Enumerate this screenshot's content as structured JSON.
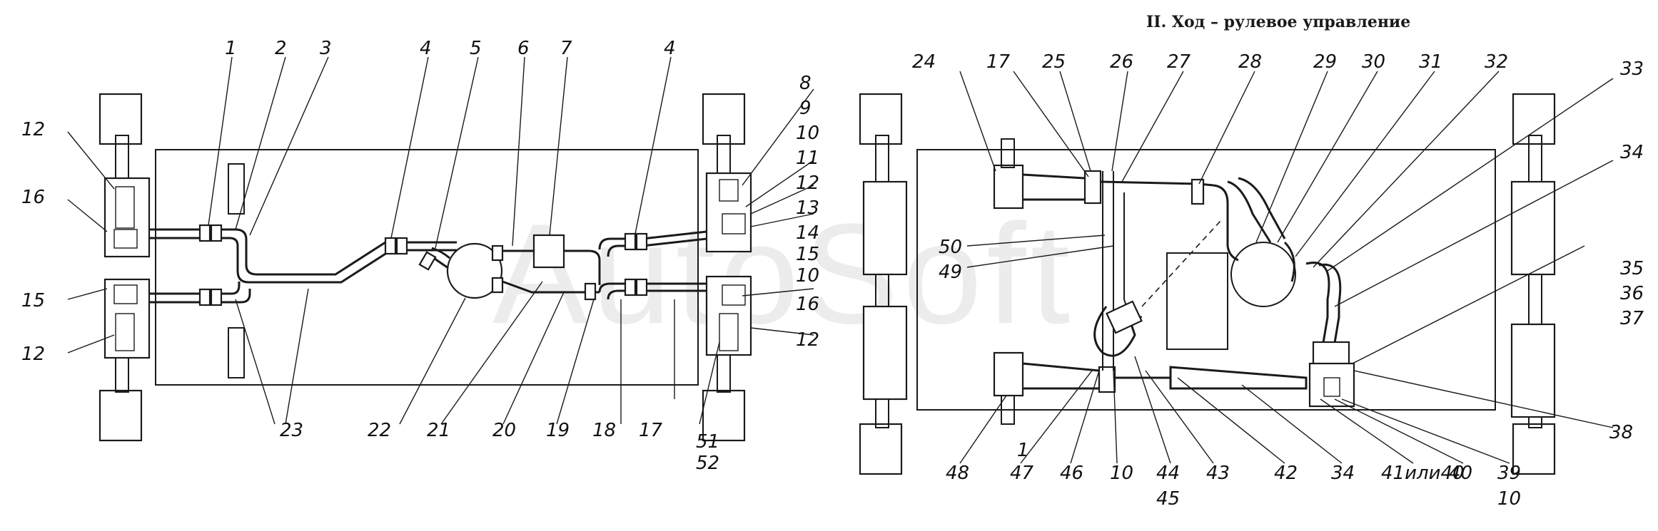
{
  "title": "II. Ход – рулевое управление",
  "watermark": "AutoSoft",
  "left_callouts": [
    "1",
    "2",
    "3",
    "4",
    "5",
    "6",
    "7",
    "4",
    "8",
    "9",
    "10",
    "11",
    "12",
    "13",
    "14",
    "15",
    "10",
    "16",
    "12",
    "12",
    "16",
    "15",
    "12",
    "23",
    "22",
    "21",
    "20",
    "19",
    "18",
    "17",
    "51",
    "52"
  ],
  "right_callouts": [
    "24",
    "17",
    "25",
    "26",
    "27",
    "28",
    "29",
    "30",
    "31",
    "32",
    "33",
    "34",
    "35",
    "36",
    "37",
    "50",
    "49",
    "38",
    "39",
    "10",
    "40",
    "41или40",
    "34",
    "42",
    "43",
    "44",
    "45",
    "10",
    "46",
    "47",
    "1",
    "48"
  ]
}
